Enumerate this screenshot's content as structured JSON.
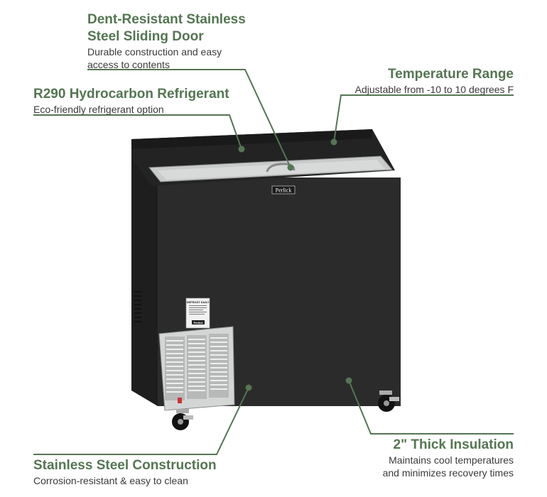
{
  "callouts": {
    "door": {
      "title_line1": "Dent-Resistant Stainless",
      "title_line2": "Steel Sliding Door",
      "desc_line1": "Durable construction and easy",
      "desc_line2": "access to contents"
    },
    "refrigerant": {
      "title": "R290 Hydrocarbon Refrigerant",
      "desc": "Eco-friendly refrigerant option"
    },
    "temperature": {
      "title": "Temperature Range",
      "desc": "Adjustable from -10 to 10 degrees F"
    },
    "construction": {
      "title": "Stainless Steel Construction",
      "desc": "Corrosion-resistant & easy to clean"
    },
    "insulation": {
      "title": "2\" Thick Insulation",
      "desc_line1": "Maintains cool temperatures",
      "desc_line2": "and minimizes recovery times"
    }
  },
  "product": {
    "brand": "Perlick",
    "panel_label": "DEFROST DAILY",
    "panel_brand": "Perlick"
  },
  "colors": {
    "accent": "#547652",
    "cabinet": "#2a2a2a",
    "steel": "#c9cbcb"
  }
}
